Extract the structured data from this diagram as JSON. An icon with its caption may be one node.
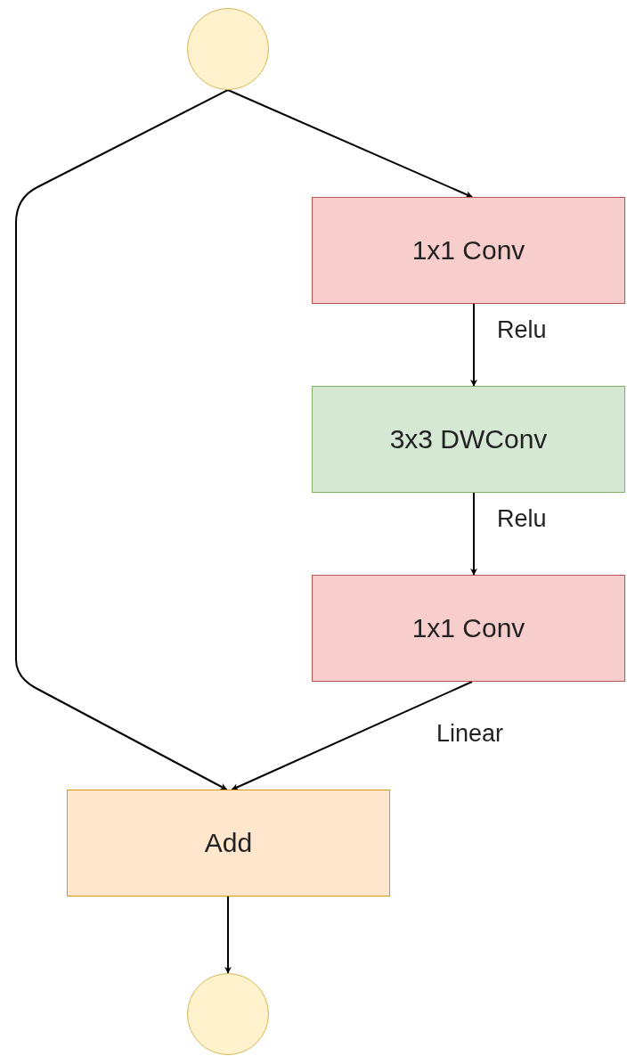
{
  "diagram": {
    "nodes": [
      {
        "text": [],
        "shape": "circle"
      },
      {
        "text": [
          "1x1 Conv"
        ]
      },
      {
        "text": [
          "3x3 DWConv"
        ]
      },
      {
        "text": [
          "1x1 Conv"
        ]
      },
      {
        "text": [
          "Add"
        ]
      },
      {
        "text": [],
        "shape": "circle"
      }
    ],
    "edges": [
      {
        "from": 0,
        "to": 1,
        "arrow": "to"
      },
      {
        "from": 0,
        "to": 4,
        "arrow": "to"
      },
      {
        "from": 1,
        "to": 2,
        "arrow": "to",
        "label": "Relu"
      },
      {
        "from": 2,
        "to": 3,
        "arrow": "to",
        "label": "Relu"
      },
      {
        "from": 3,
        "to": 4,
        "arrow": "to",
        "label": "Linear"
      },
      {
        "from": 4,
        "to": 5,
        "arrow": "to"
      }
    ]
  }
}
